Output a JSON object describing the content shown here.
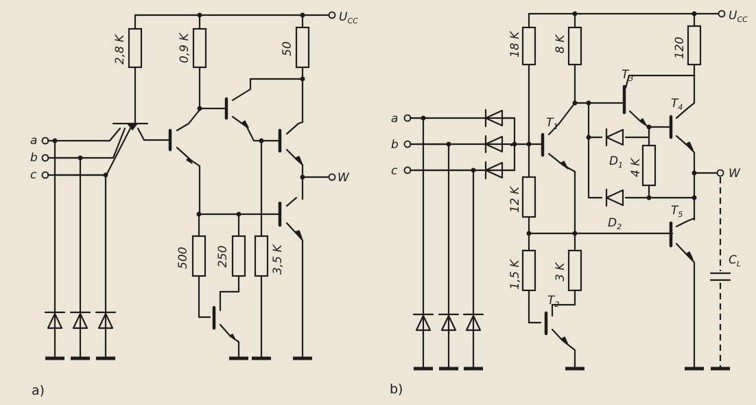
{
  "circuit_a": {
    "caption": "a)",
    "supply": {
      "main": "U",
      "sub": "CC"
    },
    "inputs": [
      "a",
      "b",
      "c"
    ],
    "output": "W",
    "resistors": [
      "2,8 K",
      "0,9 K",
      "50",
      "500",
      "250",
      "3,5 K"
    ]
  },
  "circuit_b": {
    "caption": "b)",
    "supply": {
      "main": "U",
      "sub": "CC"
    },
    "inputs": [
      "a",
      "b",
      "c"
    ],
    "output": "W",
    "resistors": [
      "18 K",
      "8 K",
      "120",
      "12 K",
      "1,5 K",
      "3 K",
      "4 K"
    ],
    "transistors": [
      {
        "main": "T",
        "sub": "1"
      },
      {
        "main": "T",
        "sub": "2"
      },
      {
        "main": "T",
        "sub": "3"
      },
      {
        "main": "T",
        "sub": "4"
      },
      {
        "main": "T",
        "sub": "5"
      }
    ],
    "diodes": [
      {
        "main": "D",
        "sub": "1"
      },
      {
        "main": "D",
        "sub": "2"
      }
    ],
    "capacitor": {
      "main": "C",
      "sub": "L"
    }
  }
}
